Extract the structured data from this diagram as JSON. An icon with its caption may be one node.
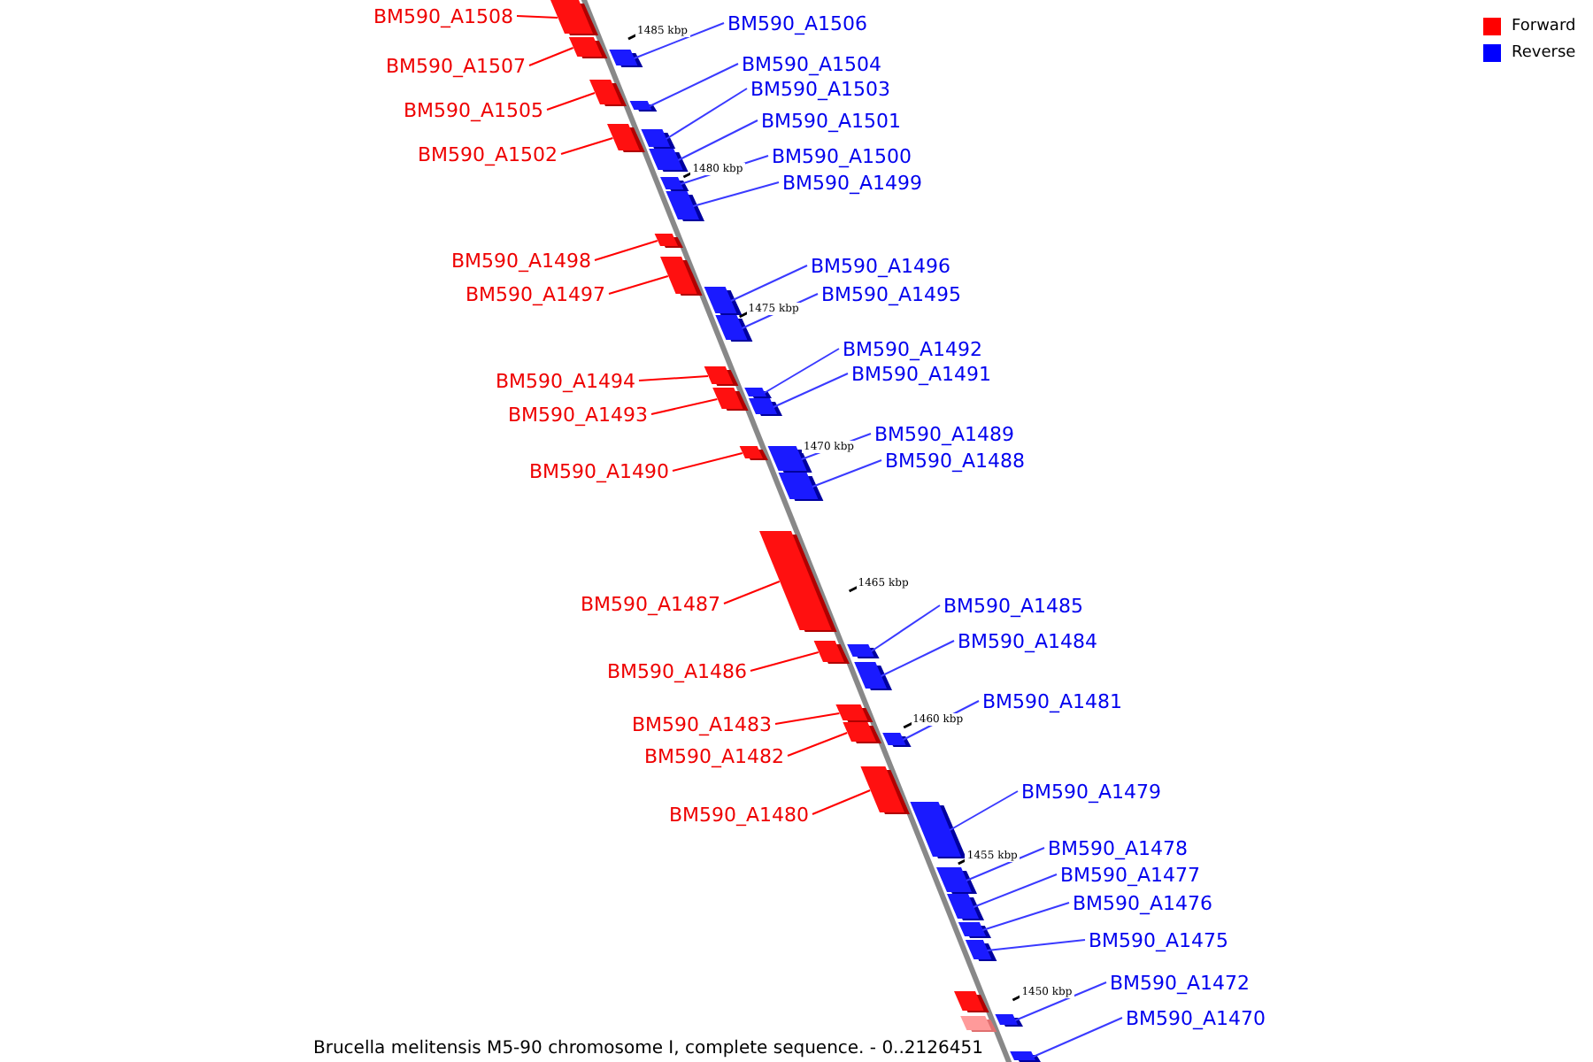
{
  "diagram": {
    "caption": "Brucella melitensis M5-90 chromosome I, complete sequence. - 0..2126451",
    "nodes": [
      {
        "text": [
          "BM590_A1508"
        ]
      },
      {
        "text": [],
        "shape": "bar"
      },
      {
        "text": [
          "BM590_A1506"
        ]
      },
      {
        "text": [],
        "shape": "bar"
      },
      {
        "text": [
          "BM590_A1504"
        ]
      },
      {
        "text": [],
        "shape": "bar"
      },
      {
        "text": [
          "BM590_A1507"
        ]
      },
      {
        "text": [],
        "shape": "bar"
      },
      {
        "text": [
          "BM590_A1503"
        ]
      },
      {
        "text": [],
        "shape": "bar"
      },
      {
        "text": [
          "BM590_A1505"
        ]
      },
      {
        "text": [],
        "shape": "bar"
      },
      {
        "text": [
          "BM590_A1501"
        ]
      },
      {
        "text": [],
        "shape": "bar"
      },
      {
        "text": [
          "BM590_A1502"
        ]
      },
      {
        "text": [],
        "shape": "bar"
      },
      {
        "text": [
          "BM590_A1500"
        ]
      },
      {
        "text": [],
        "shape": "bar"
      },
      {
        "text": [
          "BM590_A1499"
        ]
      },
      {
        "text": [],
        "shape": "bar"
      },
      {
        "text": [
          "BM590_A1498"
        ]
      },
      {
        "text": [],
        "shape": "bar"
      },
      {
        "text": [
          "BM590_A1496"
        ]
      },
      {
        "text": [],
        "shape": "bar"
      },
      {
        "text": [
          "BM590_A1497"
        ]
      },
      {
        "text": [],
        "shape": "bar"
      },
      {
        "text": [
          "BM590_A1495"
        ]
      },
      {
        "text": [],
        "shape": "bar"
      },
      {
        "text": [
          "BM590_A1492"
        ]
      },
      {
        "text": [],
        "shape": "bar"
      },
      {
        "text": [
          "BM590_A1491"
        ]
      },
      {
        "text": [],
        "shape": "bar"
      },
      {
        "text": [
          "BM590_A1494"
        ]
      },
      {
        "text": [],
        "shape": "bar"
      },
      {
        "text": [
          "BM590_A1493"
        ]
      },
      {
        "text": [],
        "shape": "bar"
      },
      {
        "text": [
          "BM590_A1489"
        ]
      },
      {
        "text": [],
        "shape": "bar"
      },
      {
        "text": [
          "BM590_A1488"
        ]
      },
      {
        "text": [],
        "shape": "bar"
      },
      {
        "text": [
          "BM590_A1490"
        ]
      },
      {
        "text": [],
        "shape": "bar"
      },
      {
        "text": [
          "BM590_A1487"
        ]
      },
      {
        "text": [],
        "shape": "bar"
      },
      {
        "text": [
          "BM590_A1485"
        ]
      },
      {
        "text": [],
        "shape": "bar"
      },
      {
        "text": [
          "BM590_A1484"
        ]
      },
      {
        "text": [],
        "shape": "bar"
      },
      {
        "text": [
          "BM590_A1486"
        ]
      },
      {
        "text": [],
        "shape": "bar"
      },
      {
        "text": [
          "BM590_A1481"
        ]
      },
      {
        "text": [],
        "shape": "bar"
      },
      {
        "text": [
          "BM590_A1483"
        ]
      },
      {
        "text": [],
        "shape": "bar"
      },
      {
        "text": [
          "BM590_A1482"
        ]
      },
      {
        "text": [],
        "shape": "bar"
      },
      {
        "text": [
          "BM590_A1479"
        ]
      },
      {
        "text": [],
        "shape": "bar"
      },
      {
        "text": [
          "BM590_A1480"
        ]
      },
      {
        "text": [],
        "shape": "bar"
      },
      {
        "text": [
          "BM590_A1478"
        ]
      },
      {
        "text": [],
        "shape": "bar"
      },
      {
        "text": [
          "BM590_A1477"
        ]
      },
      {
        "text": [],
        "shape": "bar"
      },
      {
        "text": [
          "BM590_A1476"
        ]
      },
      {
        "text": [],
        "shape": "bar"
      },
      {
        "text": [
          "BM590_A1475"
        ]
      },
      {
        "text": [],
        "shape": "bar"
      },
      {
        "text": [
          "BM590_A1472"
        ]
      },
      {
        "text": [],
        "shape": "bar"
      },
      {
        "text": [
          "BM590_A1470"
        ]
      },
      {
        "text": [],
        "shape": "bar"
      },
      {
        "text": [],
        "shape": "bar"
      },
      {
        "text": [],
        "shape": "bar"
      }
    ],
    "edges": [
      {
        "from": 0,
        "to": 1,
        "arrow": "none",
        "color": "#ff0000"
      },
      {
        "from": 2,
        "to": 3,
        "arrow": "none"
      },
      {
        "from": 4,
        "to": 5,
        "arrow": "none"
      },
      {
        "from": 6,
        "to": 7,
        "arrow": "none",
        "color": "#ff0000"
      },
      {
        "from": 8,
        "to": 9,
        "arrow": "none"
      },
      {
        "from": 10,
        "to": 11,
        "arrow": "none",
        "color": "#ff0000"
      },
      {
        "from": 12,
        "to": 13,
        "arrow": "none"
      },
      {
        "from": 14,
        "to": 15,
        "arrow": "none",
        "color": "#ff0000"
      },
      {
        "from": 16,
        "to": 17,
        "arrow": "none"
      },
      {
        "from": 18,
        "to": 19,
        "arrow": "none"
      },
      {
        "from": 20,
        "to": 21,
        "arrow": "none",
        "color": "#ff0000"
      },
      {
        "from": 22,
        "to": 23,
        "arrow": "none"
      },
      {
        "from": 24,
        "to": 25,
        "arrow": "none",
        "color": "#ff0000"
      },
      {
        "from": 26,
        "to": 27,
        "arrow": "none"
      },
      {
        "from": 28,
        "to": 29,
        "arrow": "none"
      },
      {
        "from": 30,
        "to": 31,
        "arrow": "none"
      },
      {
        "from": 32,
        "to": 33,
        "arrow": "none",
        "color": "#ff0000"
      },
      {
        "from": 34,
        "to": 35,
        "arrow": "none",
        "color": "#ff0000"
      },
      {
        "from": 36,
        "to": 37,
        "arrow": "none"
      },
      {
        "from": 38,
        "to": 39,
        "arrow": "none"
      },
      {
        "from": 40,
        "to": 41,
        "arrow": "none",
        "color": "#ff0000"
      },
      {
        "from": 42,
        "to": 43,
        "arrow": "none",
        "color": "#ff0000"
      },
      {
        "from": 44,
        "to": 45,
        "arrow": "none"
      },
      {
        "from": 46,
        "to": 47,
        "arrow": "none"
      },
      {
        "from": 48,
        "to": 49,
        "arrow": "none",
        "color": "#ff0000"
      },
      {
        "from": 50,
        "to": 51,
        "arrow": "none"
      },
      {
        "from": 52,
        "to": 53,
        "arrow": "none",
        "color": "#ff0000"
      },
      {
        "from": 54,
        "to": 55,
        "arrow": "none",
        "color": "#ff0000"
      },
      {
        "from": 56,
        "to": 57,
        "arrow": "none"
      },
      {
        "from": 58,
        "to": 59,
        "arrow": "none",
        "color": "#ff0000"
      },
      {
        "from": 60,
        "to": 61,
        "arrow": "none"
      },
      {
        "from": 62,
        "to": 63,
        "arrow": "none"
      },
      {
        "from": 64,
        "to": 65,
        "arrow": "none"
      },
      {
        "from": 66,
        "to": 67,
        "arrow": "none"
      },
      {
        "from": 68,
        "to": 69,
        "arrow": "none"
      },
      {
        "from": 70,
        "to": 71,
        "arrow": "none"
      }
    ],
    "labels": [
      "1485 kbp",
      "1480 kbp",
      "1475 kbp",
      "1470 kbp",
      "1465 kbp",
      "1460 kbp",
      "1455 kbp",
      "1450 kbp"
    ],
    "legend": [
      {
        "text": "Forward",
        "color": "#ff0000"
      },
      {
        "text": "Reverse",
        "color": "#0000ff"
      }
    ]
  }
}
